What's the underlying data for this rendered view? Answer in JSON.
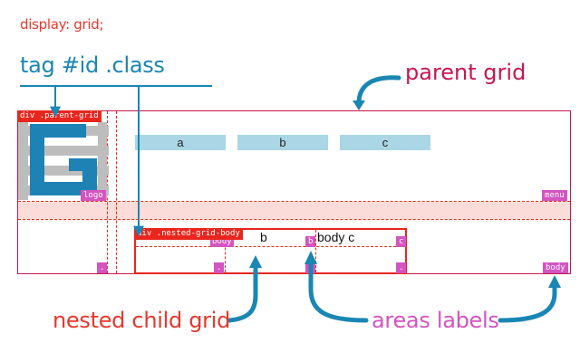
{
  "note": "display: grid;",
  "legend": "tag #id .class",
  "labels": {
    "parent": "parent grid",
    "nested": "nested child grid",
    "areas": "areas labels"
  },
  "parent_tag": "div .parent-grid",
  "nested_tag": "div .nested-grid-body",
  "cells": [
    "a",
    "b",
    "c"
  ],
  "area_tags": {
    "logo": "logo",
    "menu": "menu",
    "body": "body",
    "dot": ".",
    "b": "b",
    "c": "c"
  },
  "nested_cells": {
    "b": "b",
    "c": "body c"
  },
  "colors": {
    "legend_blue": "#1a86b3",
    "parent_crimson": "#c8174d",
    "nested_red": "#e8261e",
    "areas_magenta": "#d454c0",
    "cell_blue": "#aad6e6",
    "band_pink": "#fcdcd8"
  }
}
